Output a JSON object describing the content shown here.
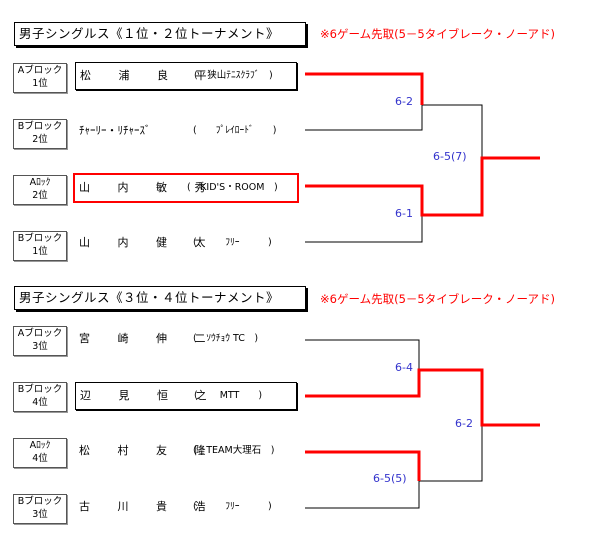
{
  "colors": {
    "highlight": "#ff0000",
    "score": "#3333cc"
  },
  "bracket1": {
    "title": "男子シングルス《１位・２位トーナメント》",
    "note": "※6ゲーム先取(5－5タイブレーク・ノーアド)",
    "entries": [
      {
        "seed_line1": "Aブロック",
        "seed_line2": "1位",
        "name": "松 浦 良 平",
        "club": "(　狭山ﾃﾆｽｸﾗﾌﾞ　)"
      },
      {
        "seed_line1": "Bブロック",
        "seed_line2": "2位",
        "name": "ﾁｬｰﾘｰ・ﾘﾁｬｰｽﾞ",
        "club": "(　　ﾌﾟﾚｲﾛｰﾄﾞ　　)"
      },
      {
        "seed_line1": "Aﾛｯｸ",
        "seed_line2": "2位",
        "name": "山 内 敏 秀",
        "club": "(　KID'S・ROOM　)"
      },
      {
        "seed_line1": "Bブロック",
        "seed_line2": "1位",
        "name": "山 内 健 太",
        "club": "(　　　ﾌﾘｰ　　　)"
      }
    ],
    "scores": {
      "semi1": "6-2",
      "semi2": "6-1",
      "final": "6-5(7)"
    }
  },
  "bracket2": {
    "title": "男子シングルス《３位・４位トーナメント》",
    "note": "※6ゲーム先取(5－5タイブレーク・ノーアド)",
    "entries": [
      {
        "seed_line1": "Aブロック",
        "seed_line2": "3位",
        "name": "宮 崎 伸 二",
        "club": "(　ｿｳﾁｮｳ TC　)"
      },
      {
        "seed_line1": "Bブロック",
        "seed_line2": "4位",
        "name": "辺 見 恒 之",
        "club": "(　　 MTT　　)"
      },
      {
        "seed_line1": "Aﾛｯｸ",
        "seed_line2": "4位",
        "name": "松 村 友 隆",
        "club": "(　TEAM大理石　)"
      },
      {
        "seed_line1": "Bブロック",
        "seed_line2": "3位",
        "name": "古 川 貴 浩",
        "club": "(　　　ﾌﾘｰ　　　)"
      }
    ],
    "scores": {
      "semi1": "6-4",
      "semi2": "6-5(5)",
      "final": "6-2"
    }
  }
}
